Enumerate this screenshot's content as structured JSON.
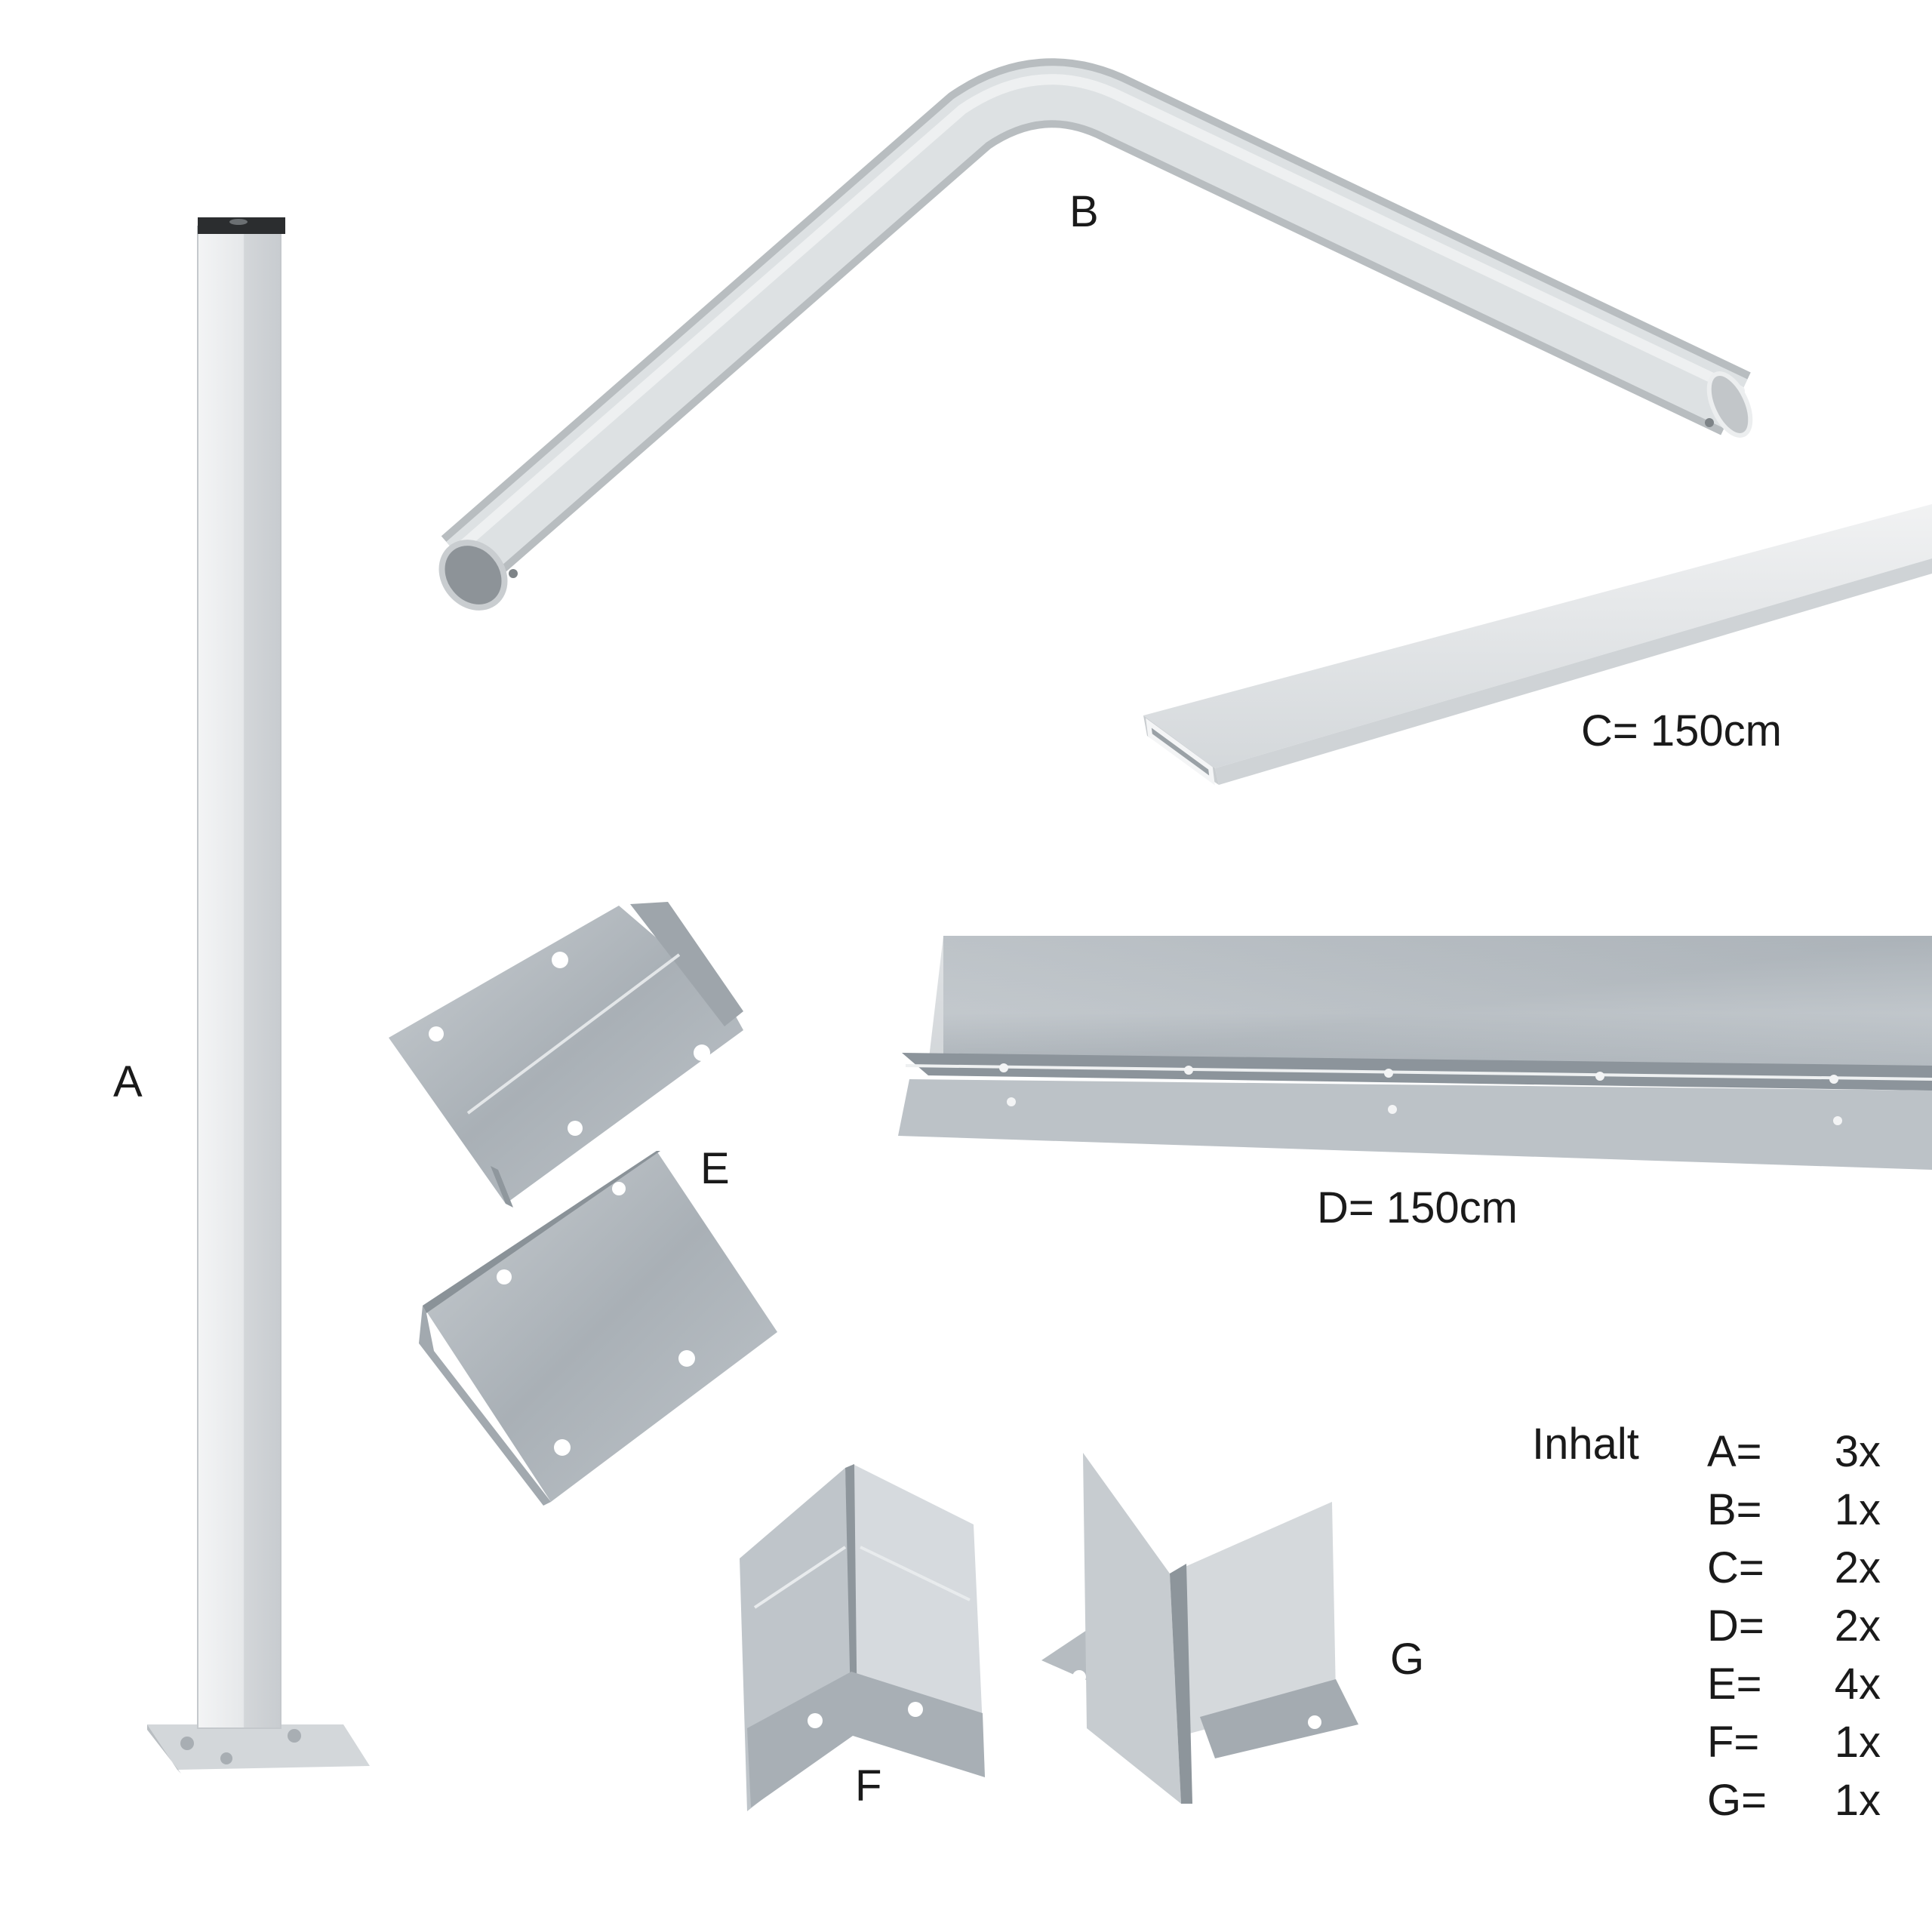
{
  "labels": {
    "A": "A",
    "B": "B",
    "C": "C= 150cm",
    "D": "D= 150cm",
    "E": "E",
    "F": "F",
    "G": "G"
  },
  "inventory": {
    "title": "Inhalt",
    "items": [
      {
        "key": "A=",
        "qty": "3x"
      },
      {
        "key": "B=",
        "qty": "1x"
      },
      {
        "key": "C=",
        "qty": "2x"
      },
      {
        "key": "D=",
        "qty": "2x"
      },
      {
        "key": "E=",
        "qty": "4x"
      },
      {
        "key": "F=",
        "qty": "1x"
      },
      {
        "key": "G=",
        "qty": "1x"
      }
    ]
  },
  "colors": {
    "background": "#ffffff",
    "powder_coat": "#dde1e3",
    "galvanized": "#b7bec4",
    "text": "#1a1a1a"
  }
}
